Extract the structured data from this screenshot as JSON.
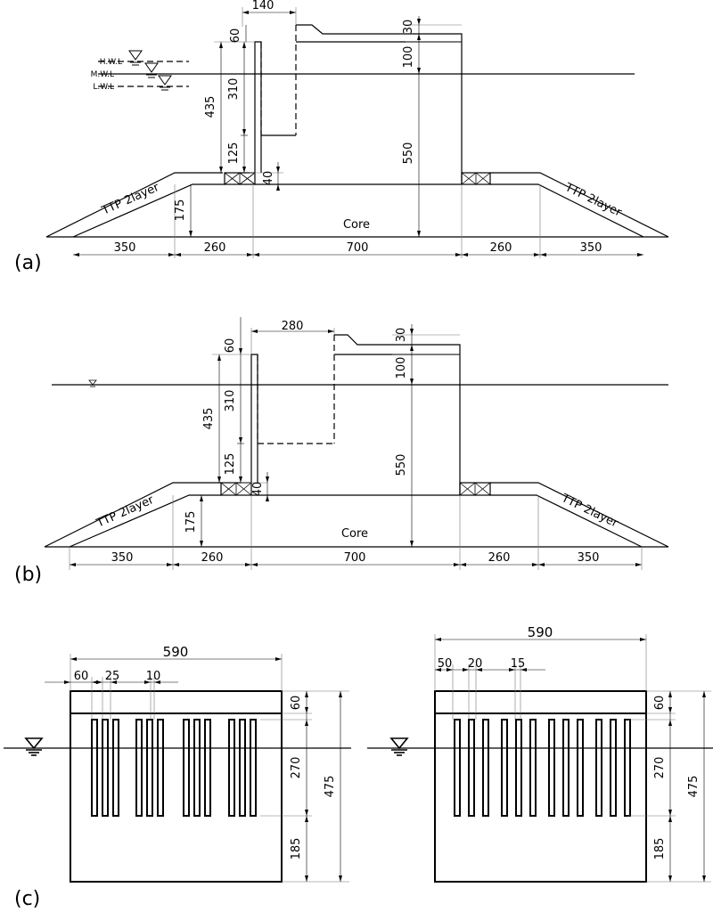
{
  "panel_labels": {
    "a": "(a)",
    "b": "(b)",
    "c": "(c)"
  },
  "water_levels": {
    "hwl": "H.W.L",
    "mwl": "M.W.L",
    "lwl": "L.W.L"
  },
  "labels": {
    "ttp": "TTP 2layer",
    "core": "Core"
  },
  "dims_a": {
    "d140": "140",
    "d60": "60",
    "d30": "30",
    "d100": "100",
    "d435": "435",
    "d310": "310",
    "d125": "125",
    "d40": "40",
    "d550": "550",
    "d175": "175",
    "b350l": "350",
    "b260l": "260",
    "b700": "700",
    "b260r": "260",
    "b350r": "350"
  },
  "dims_b": {
    "d280": "280",
    "d60": "60",
    "d30": "30",
    "d100": "100",
    "d435": "435",
    "d310": "310",
    "d125": "125",
    "d40": "40",
    "d550": "550",
    "d175": "175",
    "b350l": "350",
    "b260l": "260",
    "b700": "700",
    "b260r": "260",
    "b350r": "350"
  },
  "dims_c_left": {
    "w590": "590",
    "d60": "60",
    "d25": "25",
    "d10": "10",
    "r60": "60",
    "r270": "270",
    "r185": "185",
    "r475": "475"
  },
  "dims_c_right": {
    "w590": "590",
    "d50": "50",
    "d20": "20",
    "d15": "15",
    "r60": "60",
    "r270": "270",
    "r185": "185",
    "r475": "475"
  }
}
